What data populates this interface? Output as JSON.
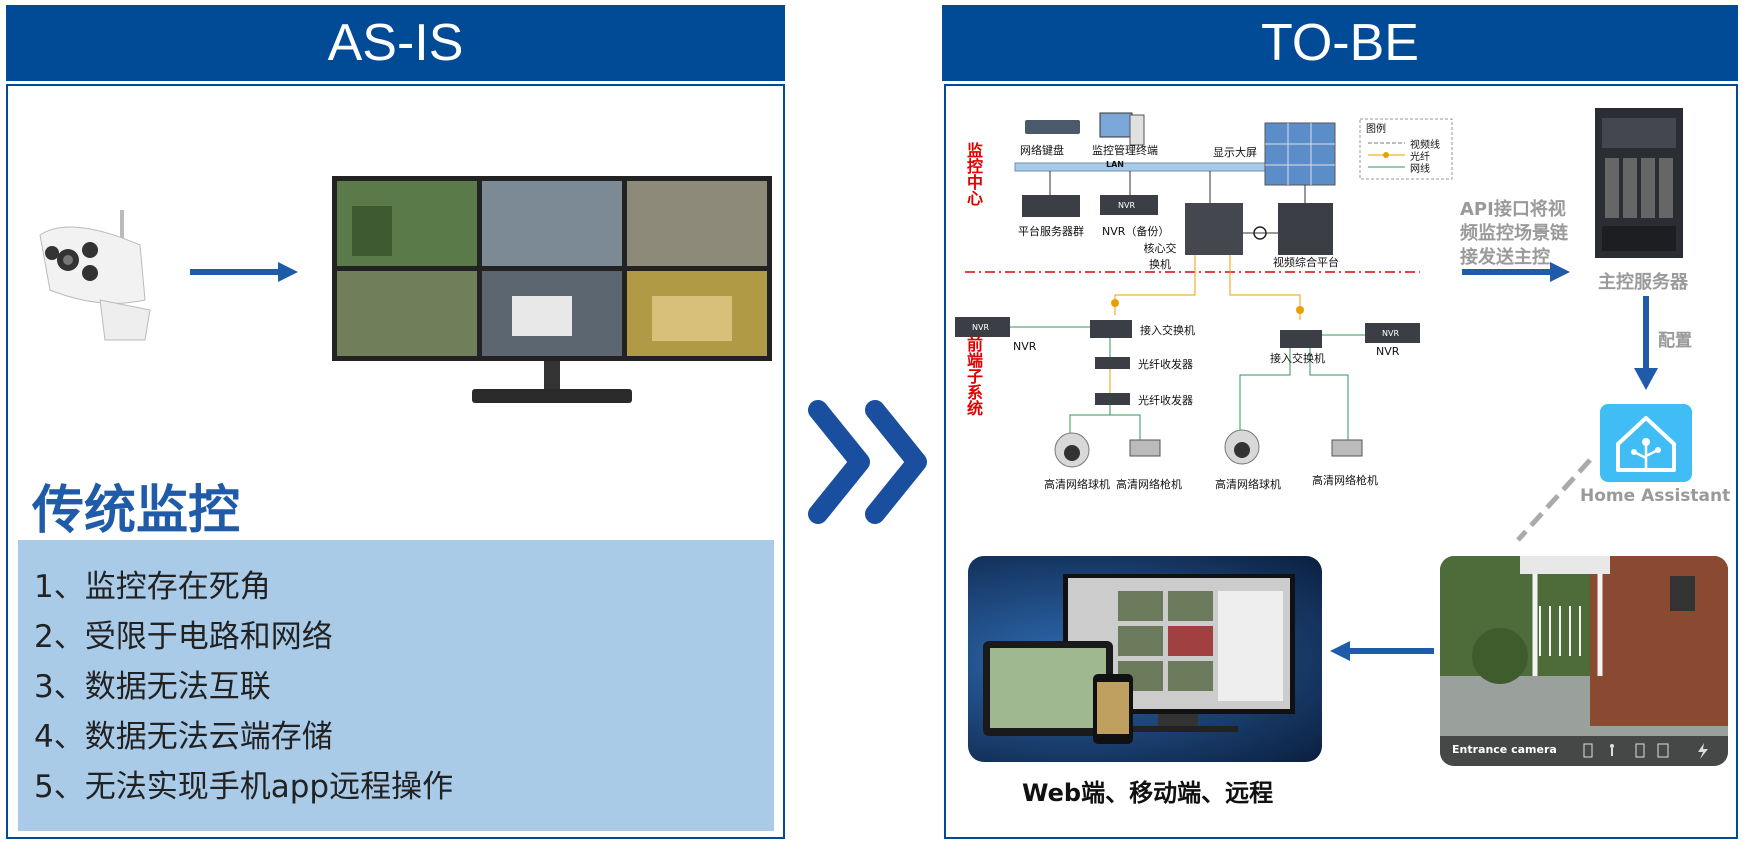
{
  "left": {
    "header": "AS-IS",
    "title": "传统监控",
    "issues": [
      "1、监控存在死角",
      "2、受限于电路和网络",
      "3、数据无法互联",
      "4、数据无法云端存储",
      "5、无法实现手机app远程操作"
    ]
  },
  "right": {
    "header": "TO-BE",
    "zone_top": "监控中心",
    "zone_bottom": "前端子系统",
    "labels": {
      "keyboard": "网络键盘",
      "terminal": "监控管理终端",
      "bigscreen": "显示大屏",
      "lan": "LAN",
      "servers": "平台服务器群",
      "nvr_backup": "NVR（备份）",
      "core_switch": "核心交换机",
      "video_platform": "视频综合平台",
      "access_switch_1": "接入交换机",
      "access_switch_2": "接入交换机",
      "fiber_1": "光纤收发器",
      "fiber_2": "光纤收发器",
      "nvr_left": "NVR",
      "nvr_right": "NVR",
      "nvr_tag": "NVR",
      "dome_1": "高清网络球机",
      "bullet_1": "高清网络枪机",
      "dome_2": "高清网络球机",
      "bullet_2": "高清网络枪机"
    },
    "legend": {
      "title": "图例",
      "items": [
        "视频线",
        "光纤",
        "网线"
      ]
    },
    "api_text": [
      "API接口将视",
      "频监控场景链",
      "接发送主控"
    ],
    "main_server": "主控服务器",
    "config": "配置",
    "home_assistant": "Home Assistant",
    "entrance_camera": "Entrance camera",
    "web_caption": "Web端、移动端、远程"
  },
  "colors": {
    "header_blue": "#004a96",
    "box_light_blue": "#a9cbe8",
    "zone_red": "#e00000",
    "ha_blue": "#41bdf5"
  }
}
